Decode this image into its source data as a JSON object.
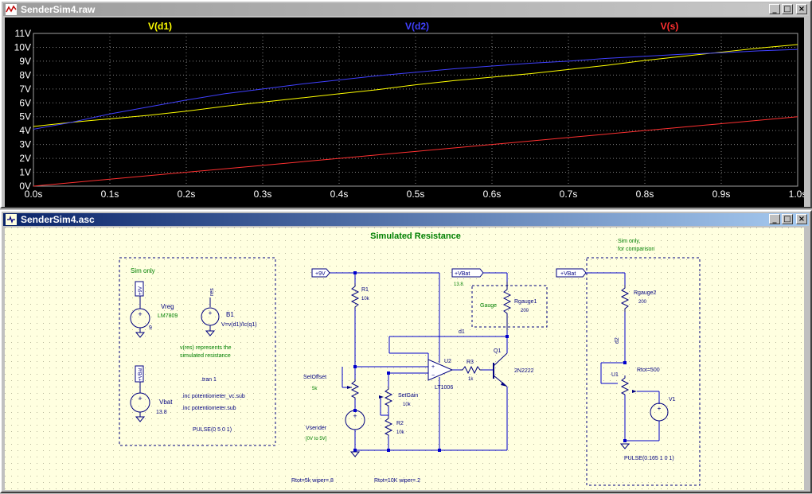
{
  "waveform_window": {
    "title": "SenderSim4.raw",
    "buttons": {
      "minimize": "_",
      "maximize": "□",
      "close": "×"
    },
    "colors": {
      "background": "#000000",
      "grid": "#808080",
      "axis_text": "#ffffff"
    }
  },
  "chart_data": {
    "type": "line",
    "x_ticks": [
      "0.0s",
      "0.1s",
      "0.2s",
      "0.3s",
      "0.4s",
      "0.5s",
      "0.6s",
      "0.7s",
      "0.8s",
      "0.9s",
      "1.0s"
    ],
    "y_ticks": [
      "0V",
      "1V",
      "2V",
      "3V",
      "4V",
      "5V",
      "6V",
      "7V",
      "8V",
      "9V",
      "10V",
      "11V"
    ],
    "xlim": [
      0,
      1.0
    ],
    "ylim": [
      0,
      11
    ],
    "grid": true,
    "series": [
      {
        "name": "V(d1)",
        "color": "#ffff00",
        "x": [
          0,
          0.05,
          0.1,
          0.15,
          0.2,
          0.25,
          0.3,
          0.35,
          0.4,
          0.45,
          0.5,
          0.55,
          0.6,
          0.65,
          0.7,
          0.75,
          0.8,
          0.85,
          0.9,
          0.95,
          1.0
        ],
        "y": [
          4.3,
          4.6,
          4.85,
          5.1,
          5.4,
          5.75,
          6.05,
          6.35,
          6.65,
          6.95,
          7.3,
          7.6,
          7.85,
          8.1,
          8.4,
          8.7,
          9.05,
          9.35,
          9.65,
          9.95,
          10.2
        ]
      },
      {
        "name": "V(d2)",
        "color": "#4040ff",
        "x": [
          0,
          0.05,
          0.1,
          0.15,
          0.2,
          0.25,
          0.3,
          0.35,
          0.4,
          0.45,
          0.5,
          0.55,
          0.6,
          0.65,
          0.7,
          0.75,
          0.8,
          0.85,
          0.9,
          0.95,
          1.0
        ],
        "y": [
          4.1,
          4.6,
          5.2,
          5.7,
          6.2,
          6.65,
          7.0,
          7.35,
          7.65,
          7.95,
          8.2,
          8.45,
          8.65,
          8.85,
          9.0,
          9.2,
          9.35,
          9.5,
          9.6,
          9.75,
          9.85
        ]
      },
      {
        "name": "V(s)",
        "color": "#ff3030",
        "x": [
          0,
          0.1,
          0.2,
          0.3,
          0.4,
          0.5,
          0.6,
          0.7,
          0.8,
          0.9,
          1.0
        ],
        "y": [
          0.0,
          0.5,
          1.0,
          1.5,
          2.0,
          2.5,
          3.0,
          3.5,
          4.0,
          4.5,
          5.0
        ]
      }
    ]
  },
  "schematic_window": {
    "title": "SenderSim4.asc",
    "buttons": {
      "minimize": "_",
      "maximize": "□",
      "close": "×"
    },
    "colors": {
      "background": "#ffffe0",
      "wire": "#0000cc",
      "component": "#000080",
      "label": "#007700",
      "dashed": "#000080"
    }
  },
  "schematic": {
    "heading": "Simulated Resistance",
    "sim_only_box": {
      "caption": "Sim only",
      "vreg": {
        "supply_label": "+9V",
        "name": "Vreg",
        "value": "LM7809",
        "ground": "9"
      },
      "b1": {
        "net": "res",
        "name": "B1",
        "expr": "V=v(d1)/Ic(q1)"
      },
      "note": "v(res) represents the simulated resistance",
      "tran": ".tran 1",
      "vbat": {
        "supply_label": "+VBat",
        "name": "Vbat",
        "value": "13.8"
      },
      "inc1": ".inc potentiometer_vc.sub",
      "inc2": ".inc potentiometer.sub",
      "pulse": "PULSE(0 5 0 1)"
    },
    "main_circuit": {
      "supply9": "+9V",
      "r1": {
        "name": "R1",
        "value": "10k"
      },
      "setoffset": {
        "name": "SetOffset",
        "value": "5k"
      },
      "setgain": {
        "name": "SetGain",
        "value": "10k"
      },
      "r2": {
        "name": "R2",
        "value": "10k"
      },
      "vsender": {
        "name": "Vsender",
        "value": "[0V to 5V]"
      },
      "u2": {
        "name": "U2",
        "value": "LT1006"
      },
      "r3": {
        "name": "R3",
        "value": "1k"
      },
      "q1": {
        "name": "Q1",
        "value": "2N2222"
      },
      "vbat": {
        "label": "+VBat",
        "value": "13.8"
      },
      "gauge_label": "Gauge",
      "rgauge1": {
        "name": "Rgauge1",
        "value": "200"
      },
      "d1_net": "d1",
      "rtot1": "Rtot=5k wiper=.8",
      "rtot2": "Rtot=10K wiper=.2"
    },
    "comparison_box": {
      "caption1": "Sim only,",
      "caption2": "for comparison",
      "vbat": "+VBat",
      "rgauge2": {
        "name": "Rgauge2",
        "value": "200"
      },
      "d2_net": "d2",
      "u1": {
        "name": "U1",
        "value": "Rtot=500"
      },
      "v1": "V1",
      "pulse": "PULSE(0.165 1 0 1)"
    }
  }
}
